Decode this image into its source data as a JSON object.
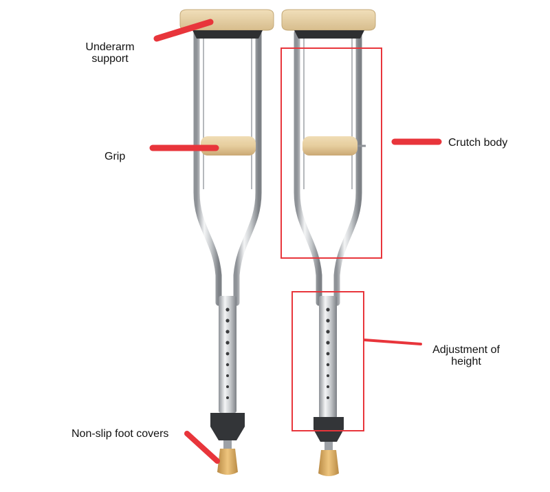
{
  "labels": {
    "underarm_line1": "Underarm",
    "underarm_line2": "support",
    "grip": "Grip",
    "crutch_body": "Crutch body",
    "adjust_line1": "Adjustment of",
    "adjust_line2": "height",
    "foot_covers": "Non-slip foot covers"
  },
  "colors": {
    "background": "#ffffff",
    "callout": "#e8353b",
    "pad": "#e8d2a6",
    "metal": "#c9ccd0",
    "foot_cover": "#333538",
    "tip": "#d9a85e",
    "text": "#111111"
  }
}
